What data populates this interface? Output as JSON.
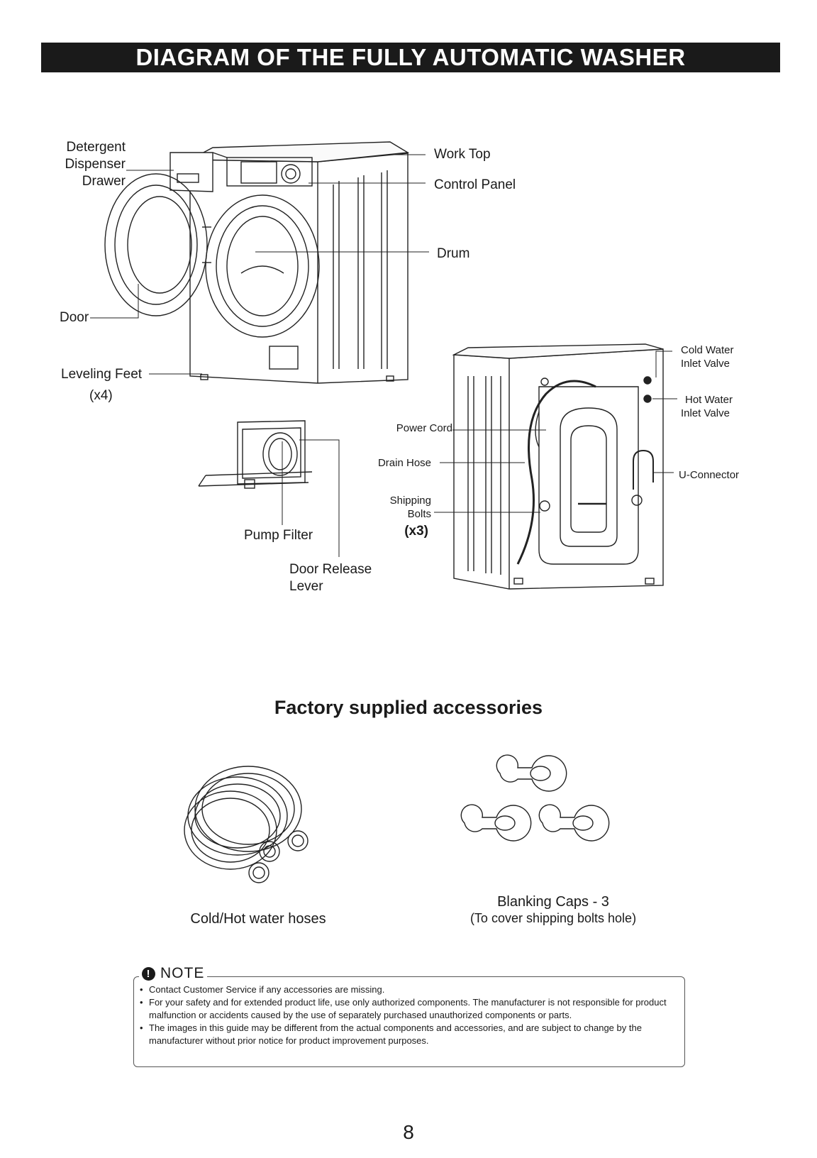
{
  "header": {
    "title": "DIAGRAM OF THE FULLY AUTOMATIC WASHER"
  },
  "front_labels": {
    "detergent": [
      "Detergent",
      "Dispenser",
      "Drawer"
    ],
    "work_top": "Work Top",
    "control_panel": "Control Panel",
    "drum": "Drum",
    "door": "Door",
    "leveling_feet": "Leveling Feet",
    "leveling_feet_qty": "(x4)",
    "pump_filter": "Pump Filter",
    "door_release": [
      "Door Release",
      "Lever"
    ]
  },
  "rear_labels": {
    "cold_water": [
      "Cold Water",
      "Inlet  Valve"
    ],
    "hot_water": [
      "Hot Water",
      "Inlet  Valve"
    ],
    "power_cord": "Power Cord",
    "drain_hose": "Drain Hose",
    "shipping_bolts": [
      "Shipping",
      "Bolts"
    ],
    "shipping_bolts_qty": "(x3)",
    "u_connector": "U-Connector"
  },
  "accessories": {
    "title": "Factory supplied accessories",
    "hoses_caption": "Cold/Hot water hoses",
    "caps_caption": "Blanking Caps - 3",
    "caps_subcaption": "(To cover shipping bolts hole)"
  },
  "note": {
    "heading": "NOTE",
    "items": [
      "Contact Customer Service if any accessories are missing.",
      "For your safety and for extended product life, use only authorized components. The manufacturer is not responsible for product malfunction or accidents caused by the use of separately purchased unauthorized components or parts.",
      "The images in this guide may be different from the actual components and accessories, and are subject to change by the manufacturer without prior notice for product improvement purposes."
    ]
  },
  "page_number": "8"
}
